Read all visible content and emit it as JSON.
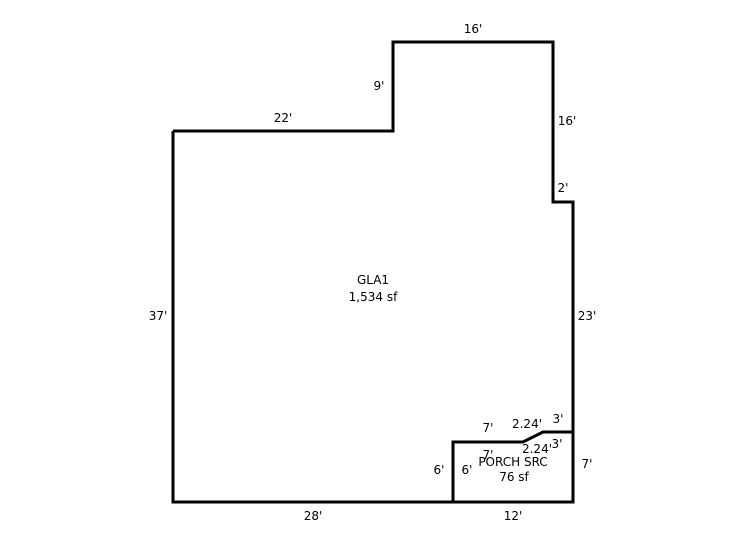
{
  "sketch": {
    "gla": {
      "name": "GLA1",
      "area": "1,534 sf"
    },
    "porch": {
      "name": "PORCH SRC",
      "area": "76 sf"
    },
    "dimensions": {
      "top_right_width": "16'",
      "upper_step_height": "9'",
      "upper_left_width": "22'",
      "right_upper_height": "16'",
      "right_jog": "2'",
      "left_height": "37'",
      "right_lower_height": "23'",
      "bottom_left_width": "28'",
      "bottom_right_width": "12'",
      "porch_right_height": "7'",
      "porch_left_outer": "6'",
      "porch_left_inner": "6'",
      "porch_top_outer": "7'",
      "porch_top_inner": "7'",
      "porch_diag_outer": "2.24'",
      "porch_diag_inner": "2.24'",
      "porch_step_outer": "3'",
      "porch_step_inner": "3'"
    }
  }
}
